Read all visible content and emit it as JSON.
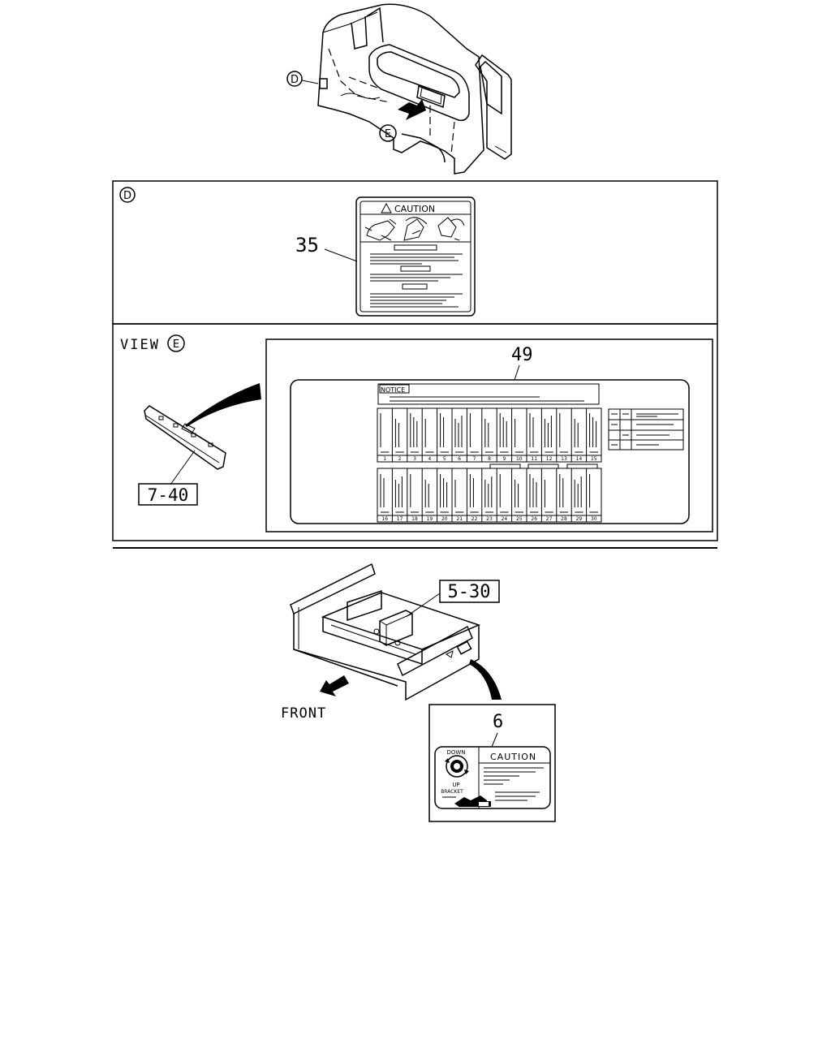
{
  "callouts": {
    "d_marker": "D",
    "e_marker": "E",
    "panel_d_marker": "D",
    "view_label": "VIEW",
    "view_marker": "E",
    "label_35": "35",
    "label_49": "49",
    "ref_7_40": "7-40",
    "ref_5_30": "5-30",
    "label_6": "6",
    "front_label": "FRONT"
  },
  "caution_label_35": {
    "header": "CAUTION"
  },
  "notice_label_49": {
    "header": "NOTICE",
    "row1_numbers": [
      "1",
      "2",
      "3",
      "4",
      "5",
      "6",
      "7",
      "8",
      "9",
      "10",
      "11",
      "12",
      "13",
      "14",
      "15"
    ],
    "row2_numbers": [
      "16",
      "17",
      "18",
      "19",
      "20",
      "21",
      "22",
      "23",
      "24",
      "25",
      "26",
      "27",
      "28",
      "29",
      "30"
    ]
  },
  "caution_label_6": {
    "header": "CAUTION",
    "dial_top": "DOWN",
    "dial_bottom": "UP",
    "bracket_text": "BRACKET"
  },
  "colors": {
    "line": "#000000",
    "background": "#ffffff"
  }
}
